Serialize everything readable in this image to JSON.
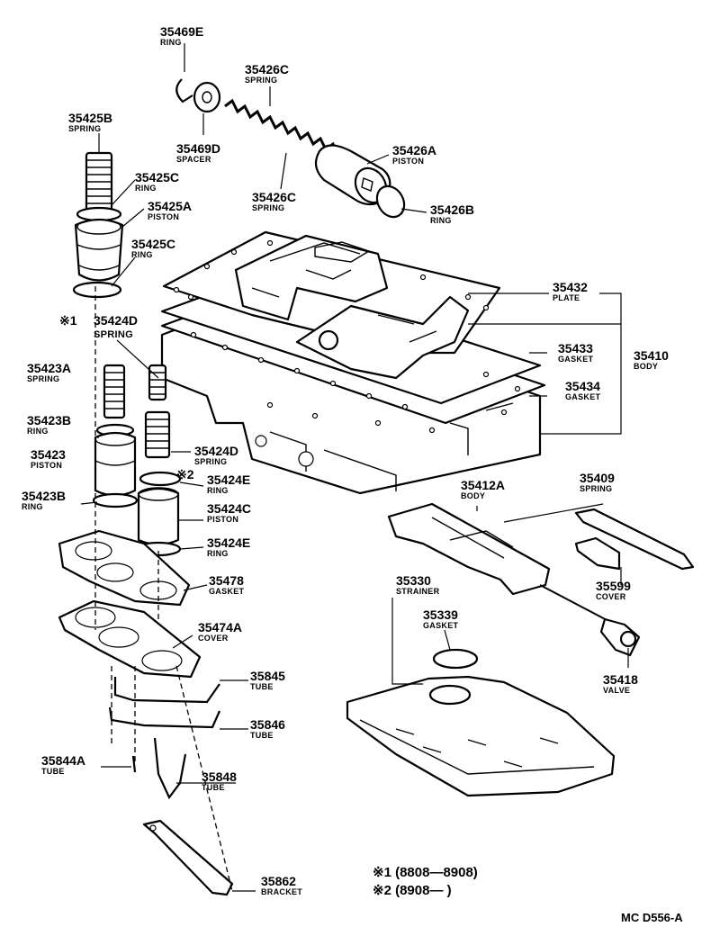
{
  "parts": [
    {
      "id": "p35469E",
      "number": "35469E",
      "name": "RING"
    },
    {
      "id": "p35426C_top",
      "number": "35426C",
      "name": "SPRING"
    },
    {
      "id": "p35425B",
      "number": "35425B",
      "name": "SPRING"
    },
    {
      "id": "p35425C_top",
      "number": "35425C",
      "name": "RING"
    },
    {
      "id": "p35469D",
      "number": "35469D",
      "name": "SPACER"
    },
    {
      "id": "p35426A",
      "number": "35426A",
      "name": "PISTON"
    },
    {
      "id": "p35425A",
      "number": "35425A",
      "name": "PISTON"
    },
    {
      "id": "p35426C_bot",
      "number": "35426C",
      "name": "SPRING"
    },
    {
      "id": "p35426B",
      "number": "35426B",
      "name": "RING"
    },
    {
      "id": "p35425C_bot",
      "number": "35425C",
      "name": "RING"
    },
    {
      "id": "p35432",
      "number": "35432",
      "name": "PLATE"
    },
    {
      "id": "p35424D_top",
      "number": "35424D",
      "name": "SPRING"
    },
    {
      "id": "p35433",
      "number": "35433",
      "name": "GASKET"
    },
    {
      "id": "p35410",
      "number": "35410",
      "name": "BODY"
    },
    {
      "id": "p35423A",
      "number": "35423A",
      "name": "SPRING"
    },
    {
      "id": "p35434",
      "number": "35434",
      "name": "GASKET"
    },
    {
      "id": "p35423B_top",
      "number": "35423B",
      "name": "RING"
    },
    {
      "id": "p35423",
      "number": "35423",
      "name": "PISTON"
    },
    {
      "id": "p35424D_bot",
      "number": "35424D",
      "name": "SPRING"
    },
    {
      "id": "p35424E_top",
      "number": "35424E",
      "name": "RING"
    },
    {
      "id": "p35423B_bot",
      "number": "35423B",
      "name": "RING"
    },
    {
      "id": "p35424C",
      "number": "35424C",
      "name": "PISTON"
    },
    {
      "id": "p35409",
      "number": "35409",
      "name": "SPRING"
    },
    {
      "id": "p35412A",
      "number": "35412A",
      "name": "BODY"
    },
    {
      "id": "p35424E_bot",
      "number": "35424E",
      "name": "RING"
    },
    {
      "id": "p35478",
      "number": "35478",
      "name": "GASKET"
    },
    {
      "id": "p35599",
      "number": "35599",
      "name": "COVER"
    },
    {
      "id": "p35330",
      "number": "35330",
      "name": "STRAINER"
    },
    {
      "id": "p35339",
      "number": "35339",
      "name": "GASKET"
    },
    {
      "id": "p35474A",
      "number": "35474A",
      "name": "COVER"
    },
    {
      "id": "p35418",
      "number": "35418",
      "name": "VALVE"
    },
    {
      "id": "p35845",
      "number": "35845",
      "name": "TUBE"
    },
    {
      "id": "p35846",
      "number": "35846",
      "name": "TUBE"
    },
    {
      "id": "p35844A",
      "number": "35844A",
      "name": "TUBE"
    },
    {
      "id": "p35848",
      "number": "35848",
      "name": "TUBE"
    },
    {
      "id": "p35862",
      "number": "35862",
      "name": "BRACKET"
    }
  ],
  "markers": {
    "m1": "※1",
    "m2": "※2"
  },
  "notes": {
    "note1": "※1 (8808—8908)",
    "note2": "※2 (8908—        )"
  },
  "diagram_ref": "MC  D556-A"
}
